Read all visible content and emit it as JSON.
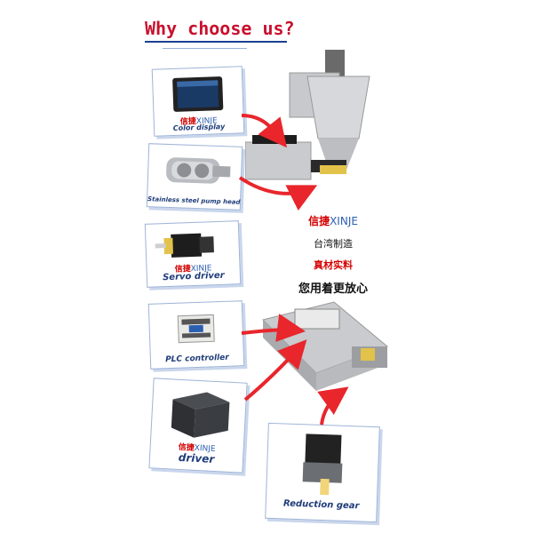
{
  "title": "Why choose us?",
  "brand": {
    "cn": "信捷",
    "en": "XINJE"
  },
  "cards": {
    "color_display": "Color display",
    "pump_head": "Stainless steel pump head",
    "servo": "Servo driver",
    "plc": "PLC controller",
    "driver": "driver",
    "gear": "Reduction gear"
  },
  "side_text": {
    "line1": "台湾制造",
    "line2": "真材实料",
    "line3": "您用着更放心"
  },
  "colors": {
    "title": "#c8102e",
    "caption": "#1f3d7a",
    "arrow": "#e8262c",
    "brand_cn": "#d40000",
    "brand_en": "#2a5fb0"
  }
}
